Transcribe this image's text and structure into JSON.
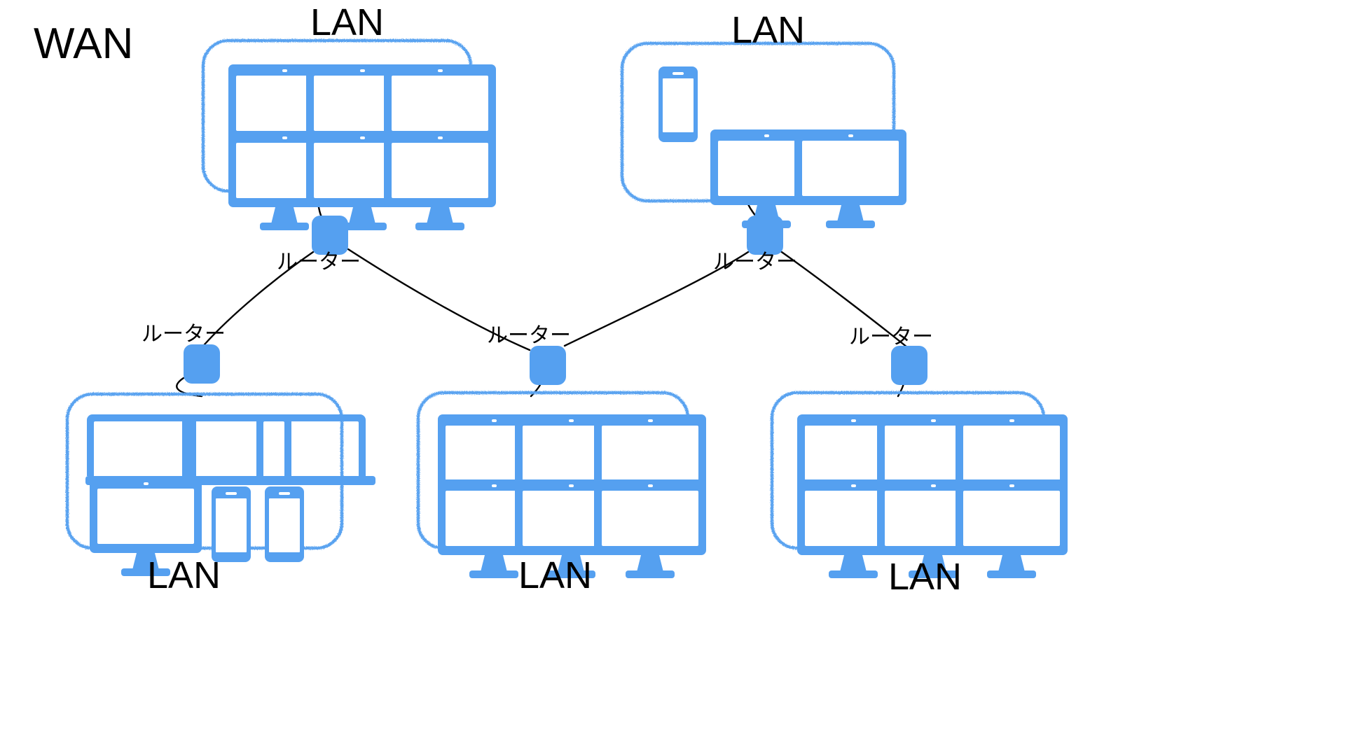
{
  "diagram": {
    "title_label": "WAN",
    "type": "network-topology",
    "colors": {
      "device_blue": "#55A0F0",
      "box_border_blue": "#5AA3F0",
      "link_black": "#000000",
      "background": "#FFFFFF"
    },
    "lan_label": "LAN",
    "router_label": "ルーター",
    "lans": [
      {
        "id": "lan-top-left",
        "label": "LAN",
        "label_position": "top",
        "devices": [
          {
            "type": "desktop"
          },
          {
            "type": "desktop"
          },
          {
            "type": "desktop"
          },
          {
            "type": "desktop"
          },
          {
            "type": "desktop"
          },
          {
            "type": "desktop"
          }
        ],
        "device_count": 6
      },
      {
        "id": "lan-top-right",
        "label": "LAN",
        "label_position": "top",
        "devices": [
          {
            "type": "smartphone"
          },
          {
            "type": "desktop"
          },
          {
            "type": "desktop"
          }
        ],
        "device_count": 3
      },
      {
        "id": "lan-bottom-left",
        "label": "LAN",
        "label_position": "bottom",
        "devices": [
          {
            "type": "laptop"
          },
          {
            "type": "laptop"
          },
          {
            "type": "laptop"
          },
          {
            "type": "desktop"
          },
          {
            "type": "smartphone"
          },
          {
            "type": "smartphone"
          }
        ],
        "device_count": 6
      },
      {
        "id": "lan-bottom-center",
        "label": "LAN",
        "label_position": "bottom",
        "devices": [
          {
            "type": "desktop"
          },
          {
            "type": "desktop"
          },
          {
            "type": "desktop"
          },
          {
            "type": "desktop"
          },
          {
            "type": "desktop"
          },
          {
            "type": "desktop"
          }
        ],
        "device_count": 6
      },
      {
        "id": "lan-bottom-right",
        "label": "LAN",
        "label_position": "bottom",
        "devices": [
          {
            "type": "desktop"
          },
          {
            "type": "desktop"
          },
          {
            "type": "desktop"
          },
          {
            "type": "desktop"
          },
          {
            "type": "desktop"
          },
          {
            "type": "desktop"
          }
        ],
        "device_count": 6
      }
    ],
    "routers": [
      {
        "id": "router-top-left",
        "label": "ルーター",
        "label_position": "below-left"
      },
      {
        "id": "router-top-right",
        "label": "ルーター",
        "label_position": "below-left"
      },
      {
        "id": "router-bottom-left",
        "label": "ルーター",
        "label_position": "left"
      },
      {
        "id": "router-bottom-center",
        "label": "ルーター",
        "label_position": "left"
      },
      {
        "id": "router-bottom-right",
        "label": "ルーター",
        "label_position": "left"
      }
    ],
    "links": [
      {
        "from": "lan-top-left",
        "to": "router-top-left"
      },
      {
        "from": "router-top-left",
        "to": "router-bottom-left"
      },
      {
        "from": "router-top-left",
        "to": "router-bottom-center"
      },
      {
        "from": "lan-top-right",
        "to": "router-top-right"
      },
      {
        "from": "router-top-right",
        "to": "router-bottom-center"
      },
      {
        "from": "router-top-right",
        "to": "router-bottom-right"
      },
      {
        "from": "router-bottom-left",
        "to": "lan-bottom-left"
      },
      {
        "from": "router-bottom-center",
        "to": "lan-bottom-center"
      },
      {
        "from": "router-bottom-right",
        "to": "lan-bottom-right"
      }
    ]
  }
}
